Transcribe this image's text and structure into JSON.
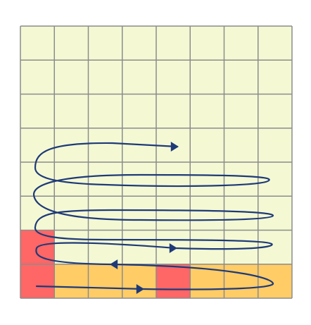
{
  "grid": {
    "rows": 8,
    "cols": 8,
    "default_fill": "#F4F9D4",
    "line_color": "#8C8C8C",
    "highlighted_cells": [
      {
        "row": 6,
        "col": 0,
        "color": "#FF6666",
        "state": "red"
      },
      {
        "row": 7,
        "col": 0,
        "color": "#FF6666",
        "state": "red"
      },
      {
        "row": 7,
        "col": 1,
        "color": "#FFCC66",
        "state": "orange"
      },
      {
        "row": 7,
        "col": 2,
        "color": "#FFCC66",
        "state": "orange"
      },
      {
        "row": 7,
        "col": 3,
        "color": "#FFCC66",
        "state": "orange"
      },
      {
        "row": 7,
        "col": 4,
        "color": "#FF6666",
        "state": "red"
      },
      {
        "row": 7,
        "col": 5,
        "color": "#FFCC66",
        "state": "orange"
      },
      {
        "row": 7,
        "col": 6,
        "color": "#FFCC66",
        "state": "orange"
      },
      {
        "row": 7,
        "col": 7,
        "color": "#FFCC66",
        "state": "orange"
      }
    ]
  },
  "path": {
    "stroke_color": "#1F3A78",
    "description_icon": "zigzag-scan-path-arrow",
    "arrow_directions": [
      "right",
      "left",
      "right",
      "right"
    ]
  }
}
